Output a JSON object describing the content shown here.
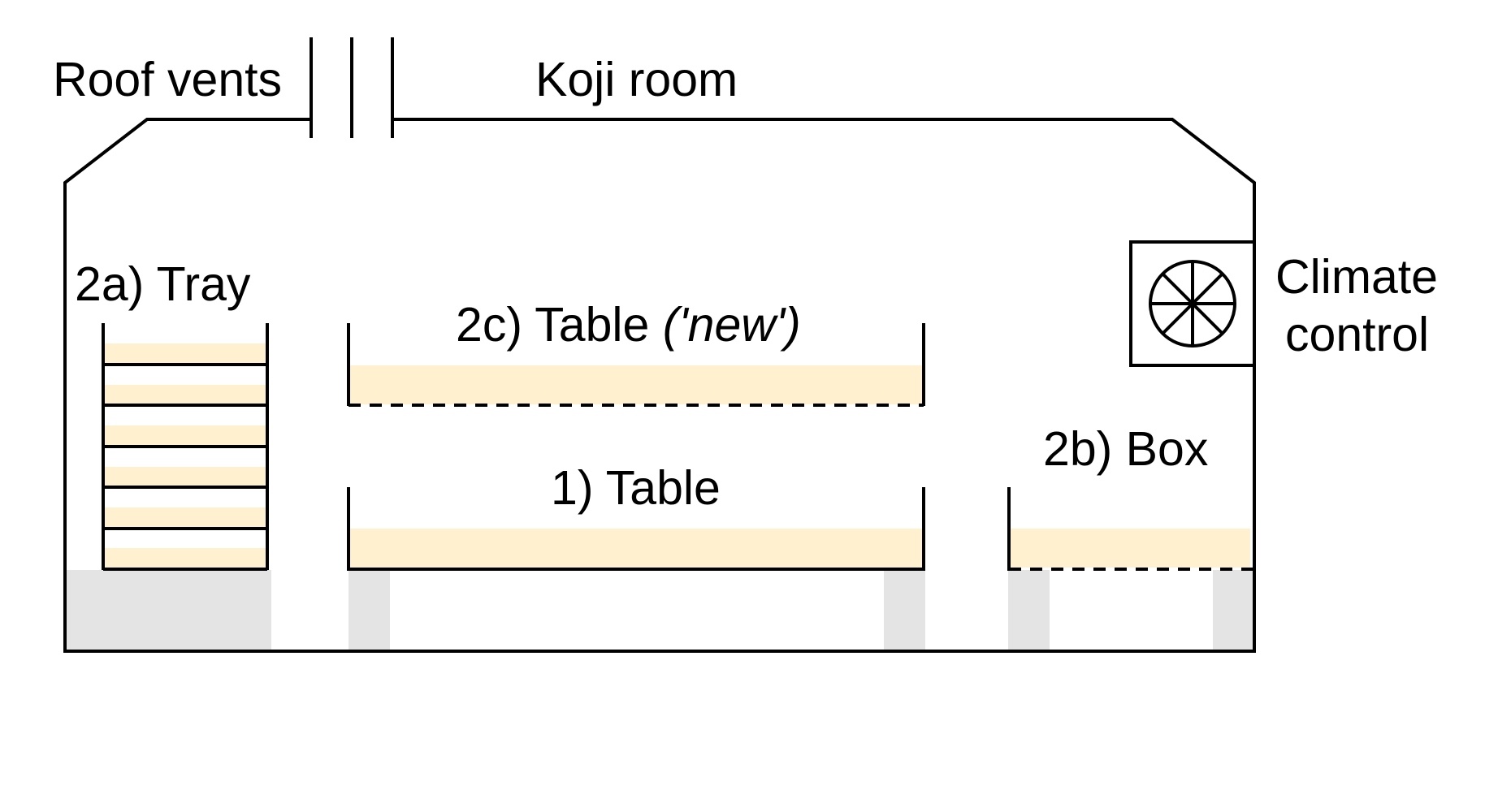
{
  "labels": {
    "roof_vents": "Roof vents",
    "koji_room": "Koji room",
    "tray": "2a) Tray",
    "table_new_main": "2c) Table ",
    "table_new_italic": "('new')",
    "table": "1) Table",
    "box": "2b) Box",
    "climate_line1": "Climate",
    "climate_line2": "control"
  },
  "colors": {
    "outline": "#000000",
    "koji_fill": "#fff1d0",
    "support_fill": "#e4e4e4",
    "background": "#ffffff"
  },
  "icons": {
    "climate_control": "fan-icon"
  }
}
